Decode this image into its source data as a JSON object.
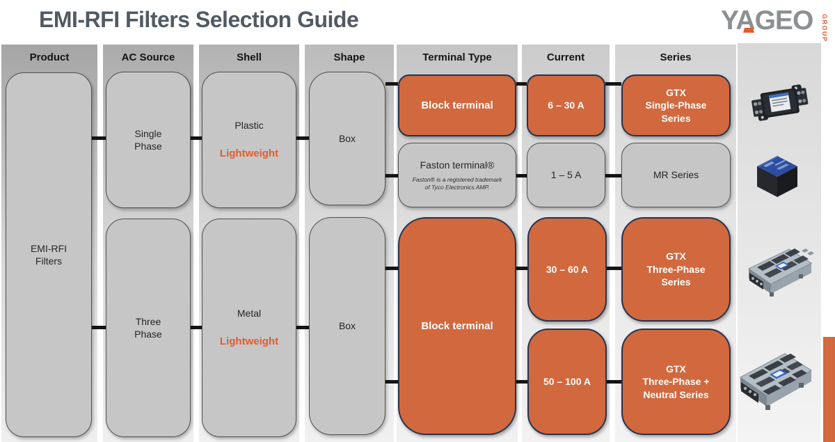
{
  "title": "EMI-RFI Filters Selection Guide",
  "logo": {
    "brand": "YAGEO",
    "group": "GROUP"
  },
  "colors": {
    "accent_orange": "#D2683E",
    "highlight_orange": "#E25C2E",
    "navy_border": "#243350",
    "gray_node": "#C6C6C6"
  },
  "columns": [
    {
      "label": "Product"
    },
    {
      "label": "AC Source"
    },
    {
      "label": "Shell"
    },
    {
      "label": "Shape"
    },
    {
      "label": "Terminal Type"
    },
    {
      "label": "Current"
    },
    {
      "label": "Series"
    }
  ],
  "nodes": {
    "product": "EMI-RFI\nFilters",
    "ac_single": "Single\nPhase",
    "ac_three": "Three\nPhase",
    "shell_plastic": {
      "material": "Plastic",
      "weight": "Lightweight"
    },
    "shell_metal": {
      "material": "Metal",
      "weight": "Lightweight"
    },
    "shape_top": "Box",
    "shape_bottom": "Box",
    "terminal_block_top": "Block terminal",
    "terminal_faston": {
      "label": "Faston terminal®",
      "note": "Faston® is a registered trademark\nof Tyco Electronics AMP."
    },
    "terminal_block_bottom": "Block terminal",
    "current_a": "6 – 30 A",
    "current_b": "1 – 5 A",
    "current_c": "30 – 60 A",
    "current_d": "50 – 100 A",
    "series_a": "GTX\nSingle-Phase\nSeries",
    "series_b": "MR Series",
    "series_c": "GTX\nThree-Phase\nSeries",
    "series_d": "GTX\nThree-Phase +\nNeutral Series"
  }
}
